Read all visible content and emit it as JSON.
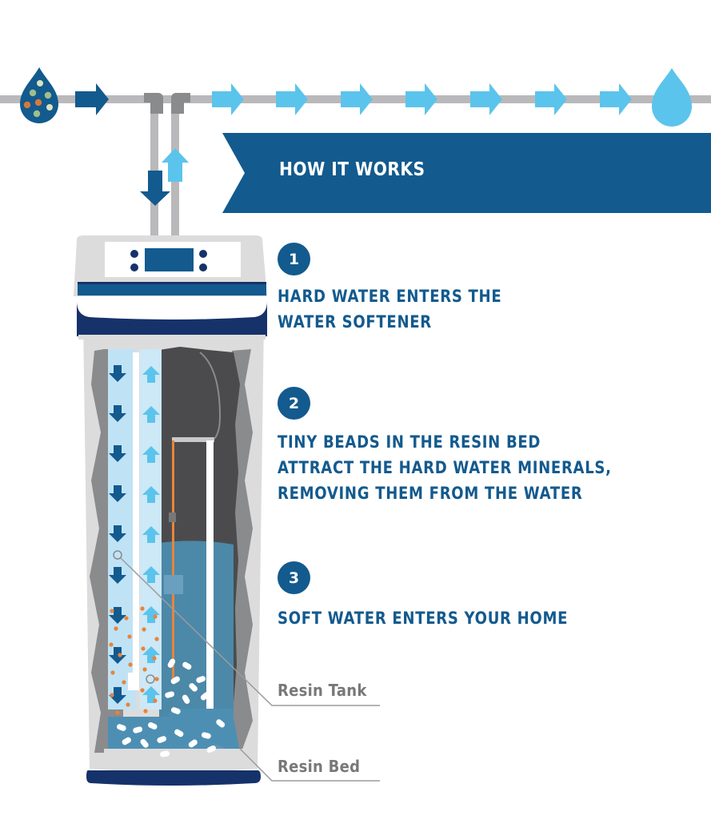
{
  "banner": {
    "title": "HOW IT WORKS"
  },
  "steps": [
    {
      "number": "1",
      "lines": [
        "HARD WATER ENTERS THE",
        "WATER SOFTENER"
      ]
    },
    {
      "number": "2",
      "lines": [
        "TINY BEADS IN THE RESIN BED",
        "ATTRACT THE HARD WATER MINERALS,",
        "REMOVING THEM FROM THE WATER"
      ]
    },
    {
      "number": "3",
      "lines": [
        "SOFT WATER ENTERS YOUR HOME"
      ]
    }
  ],
  "callouts": {
    "resin_tank": "Resin Tank",
    "resin_bed": "Resin Bed"
  },
  "icons": {
    "hard_water": "hard-water-drop-icon",
    "soft_water": "soft-water-drop-icon",
    "flow_in": "dark-blue-arrow-icon",
    "flow_out": "light-blue-arrow-icon"
  },
  "colors": {
    "brand_blue": "#135a8e",
    "navy": "#16326a",
    "light_blue": "#5bc4ec",
    "pale_blue": "#bfe3f5",
    "pipe_gray": "#b9b9bb",
    "fitting_gray": "#8a8b8d",
    "tank_gray": "#dcdcdd",
    "callout_gray": "#77787a",
    "mineral_orange": "#e8843a"
  }
}
